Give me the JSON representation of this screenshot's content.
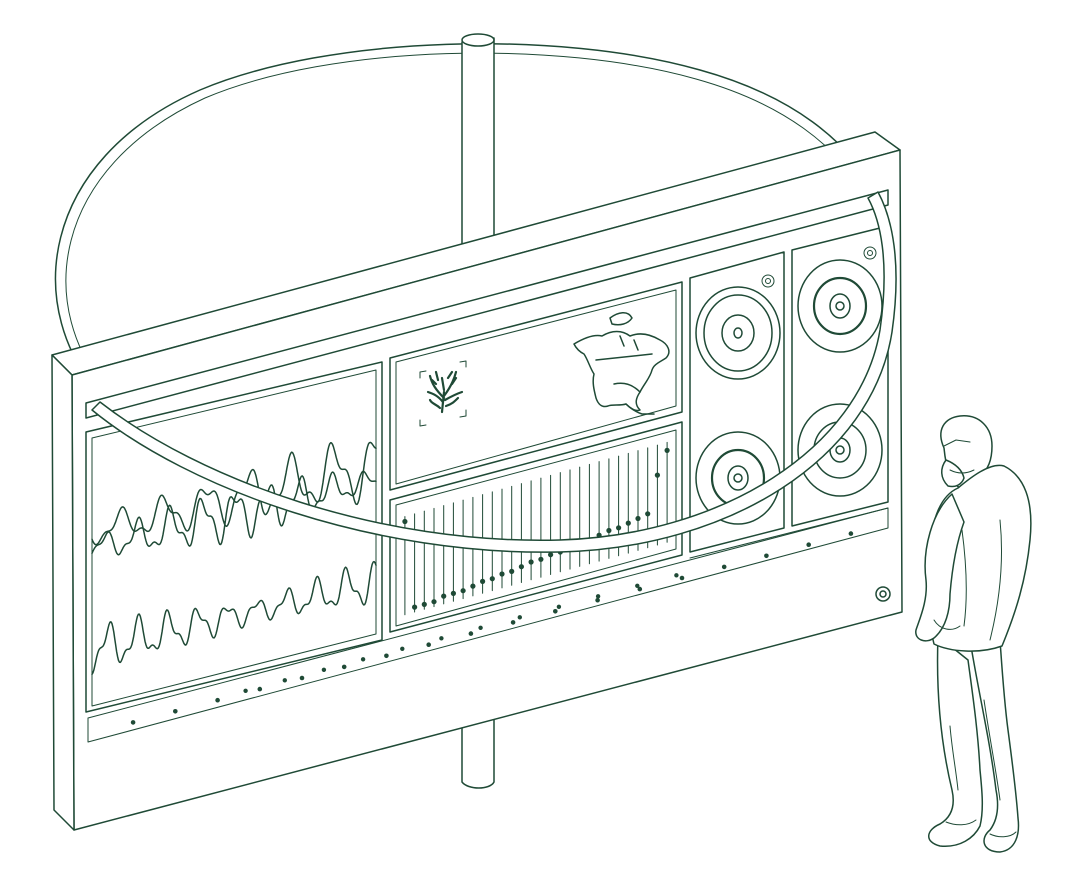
{
  "illustration": {
    "subject": "",
    "ink_color": "#1f4a36",
    "background_color": "#ffffff"
  },
  "panel": {
    "fader_count": 28,
    "fader_levels": [
      0.95,
      0.05,
      0.05,
      0.05,
      0.08,
      0.08,
      0.08,
      0.1,
      0.12,
      0.12,
      0.14,
      0.14,
      0.16,
      0.18,
      0.18,
      0.2,
      0.2,
      0.22,
      0.24,
      0.24,
      0.26,
      0.28,
      0.28,
      0.3,
      0.32,
      0.34,
      0.7,
      0.92
    ],
    "speakers": 4,
    "indicator_dots_top_row": 18,
    "indicator_dots_bottom_row": 12
  }
}
